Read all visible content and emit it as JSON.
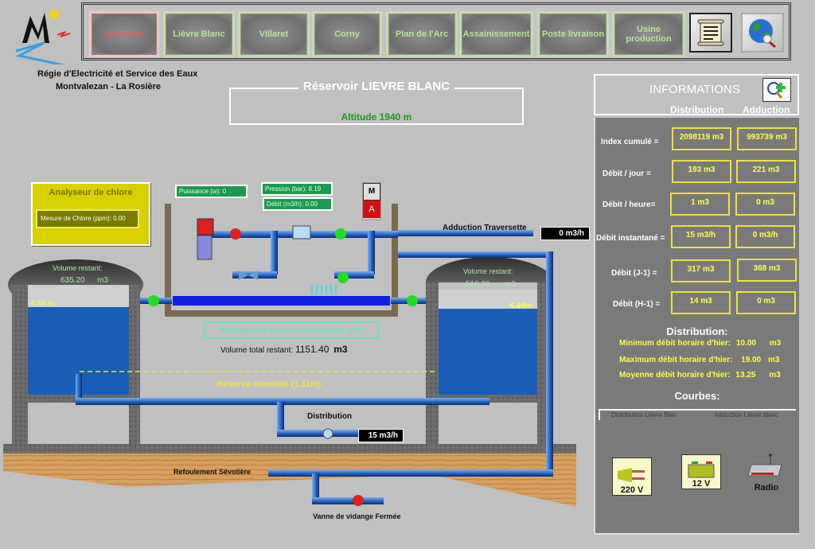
{
  "header": {
    "org_line1": "Régie d'Electricité et Service des Eaux",
    "org_line2": "Montvalezan - La Rosière"
  },
  "nav": {
    "tabs": [
      {
        "label": "Sévolière",
        "active": true
      },
      {
        "label": "Lièvre Blanc",
        "active": false
      },
      {
        "label": "Villaret",
        "active": false
      },
      {
        "label": "Corny",
        "active": false
      },
      {
        "label": "Plan de l'Arc",
        "active": false
      },
      {
        "label": "Assainissement",
        "active": false
      },
      {
        "label": "Poste  livraison",
        "active": false
      },
      {
        "label": "Usine production",
        "active": false
      }
    ],
    "icons": [
      "scroll-report-icon",
      "globe-search-icon"
    ]
  },
  "reservoir": {
    "title": "Réservoir LIEVRE BLANC",
    "altitude": "Altitude 1940 m"
  },
  "chlore": {
    "title": "Analyseur de chlore",
    "measure": "Mesure de Chlore (ppm): 0.00"
  },
  "pump": {
    "puissance": "Puissance (w):      0",
    "pression": "Pression (bar): 8.19",
    "debit": "Débit (m3/h): 0.00",
    "mode_manual": "M",
    "mode_auto": "A"
  },
  "tanks": {
    "left": {
      "label": "Volume restant:",
      "volume": "635.20",
      "unit": "m3",
      "level": "4.44 m"
    },
    "right": {
      "label": "Volume restant:",
      "volume": "516.20",
      "unit": "m3",
      "level": "4.44m"
    }
  },
  "scene": {
    "adduction_label": "Adduction Traversette",
    "adduction_value": "0  m3/h",
    "alarm_setting": "Réglage seuil d'alarme téléphonique: 2.80",
    "total_label": "Volume total restant:",
    "total_value": "1151.40",
    "total_unit": "m3",
    "reserve": "Réserve incendie (1.11m)",
    "distribution_label": "Distribution",
    "distribution_value": "15  m3/h",
    "refoulement": "Refoulement Sévolière",
    "vidange": "Vanne de vidange",
    "vidange_state": "Fermée"
  },
  "info": {
    "title": "INFORMATIONS",
    "col_distribution": "Distribution",
    "col_adduction": "Adduction",
    "rows": [
      {
        "label": "Index cumulé =",
        "distribution": "2098119 m3",
        "adduction": "993739 m3"
      },
      {
        "label": "Débit / jour =",
        "distribution": "193 m3",
        "adduction": "221 m3"
      },
      {
        "label": "Débit / heure=",
        "distribution": "1 m3",
        "adduction": "0 m3"
      },
      {
        "label": "Débit instantané =",
        "distribution": "15 m3/h",
        "adduction": "0 m3/h"
      },
      {
        "label": "Débit (J-1) =",
        "distribution": "317 m3",
        "adduction": "368 m3"
      },
      {
        "label": "Débit (H-1) =",
        "distribution": "14 m3",
        "adduction": "0 m3"
      }
    ],
    "dist_title": "Distribution:",
    "dist_stats": [
      {
        "label": "Minimum débit horaire d'hier:",
        "value": "10.00",
        "unit": "m3"
      },
      {
        "label": "Maximum débit horaire d'hier:",
        "value": "19.00",
        "unit": "m3"
      },
      {
        "label": "Moyenne débit horaire d'hier:",
        "value": "13.25",
        "unit": "m3"
      }
    ],
    "courbes_title": "Courbes:",
    "curves": [
      "Distribution Lièvre Blan",
      "Adduction Lièvre blanc"
    ],
    "power": {
      "mains": "220 V",
      "battery": "12 V",
      "radio": "Radio"
    }
  },
  "colors": {
    "water": "#1a5eb8",
    "pipe": "#2a6ac8",
    "valve_open": "#22dd22",
    "valve_closed": "#dd2222",
    "info_value": "#ffff50"
  }
}
